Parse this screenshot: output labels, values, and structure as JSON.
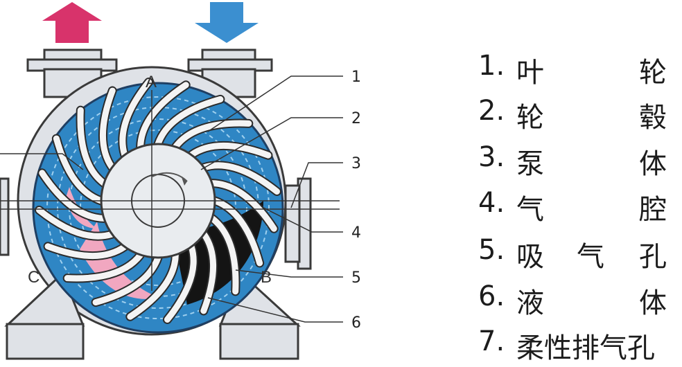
{
  "position_labels": {
    "a": "A",
    "b": "B",
    "c": "C"
  },
  "callouts": [
    "1",
    "2",
    "3",
    "4",
    "5",
    "6"
  ],
  "legend": [
    {
      "num": "1.",
      "words": [
        "叶",
        "轮"
      ]
    },
    {
      "num": "2.",
      "words": [
        "轮",
        "毂"
      ]
    },
    {
      "num": "3.",
      "words": [
        "泵",
        "体"
      ]
    },
    {
      "num": "4.",
      "words": [
        "气",
        "腔"
      ]
    },
    {
      "num": "5.",
      "words": [
        "吸",
        "气",
        "孔"
      ]
    },
    {
      "num": "6.",
      "words": [
        "液",
        "体"
      ]
    },
    {
      "num": "7.",
      "words": [
        "柔性排气孔"
      ]
    }
  ],
  "colors": {
    "outlet_arrow": "#d8336b",
    "inlet_arrow": "#3b8fd0",
    "casing": "#dfe2e7",
    "liquid_ring": "#2f86c4",
    "blade": "#f4f4f4",
    "hub": "#e9ecef"
  },
  "icons": {
    "outlet": "up-arrow-icon",
    "inlet": "down-arrow-icon"
  }
}
